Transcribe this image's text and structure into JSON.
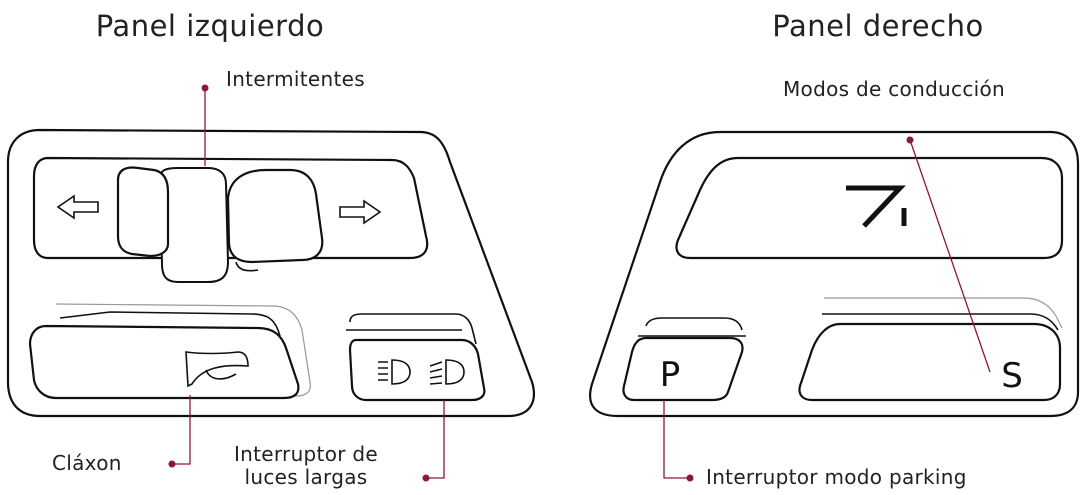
{
  "titles": {
    "left": "Panel izquierdo",
    "right": "Panel derecho"
  },
  "labels": {
    "turn_signals": "Intermitentes",
    "horn": "Cláxon",
    "high_beam_line1": "Interruptor de",
    "high_beam_line2": "luces largas",
    "drive_modes": "Modos de conducción",
    "parking_switch": "Interruptor modo parking"
  },
  "keys": {
    "parking": "P",
    "sport": "S"
  },
  "colors": {
    "leader": "#8b1a35",
    "outline": "#111111"
  },
  "icons": [
    "left-arrow-icon",
    "right-arrow-icon",
    "horn-icon",
    "low-beam-icon",
    "high-beam-icon",
    "drive-mode-icon"
  ]
}
